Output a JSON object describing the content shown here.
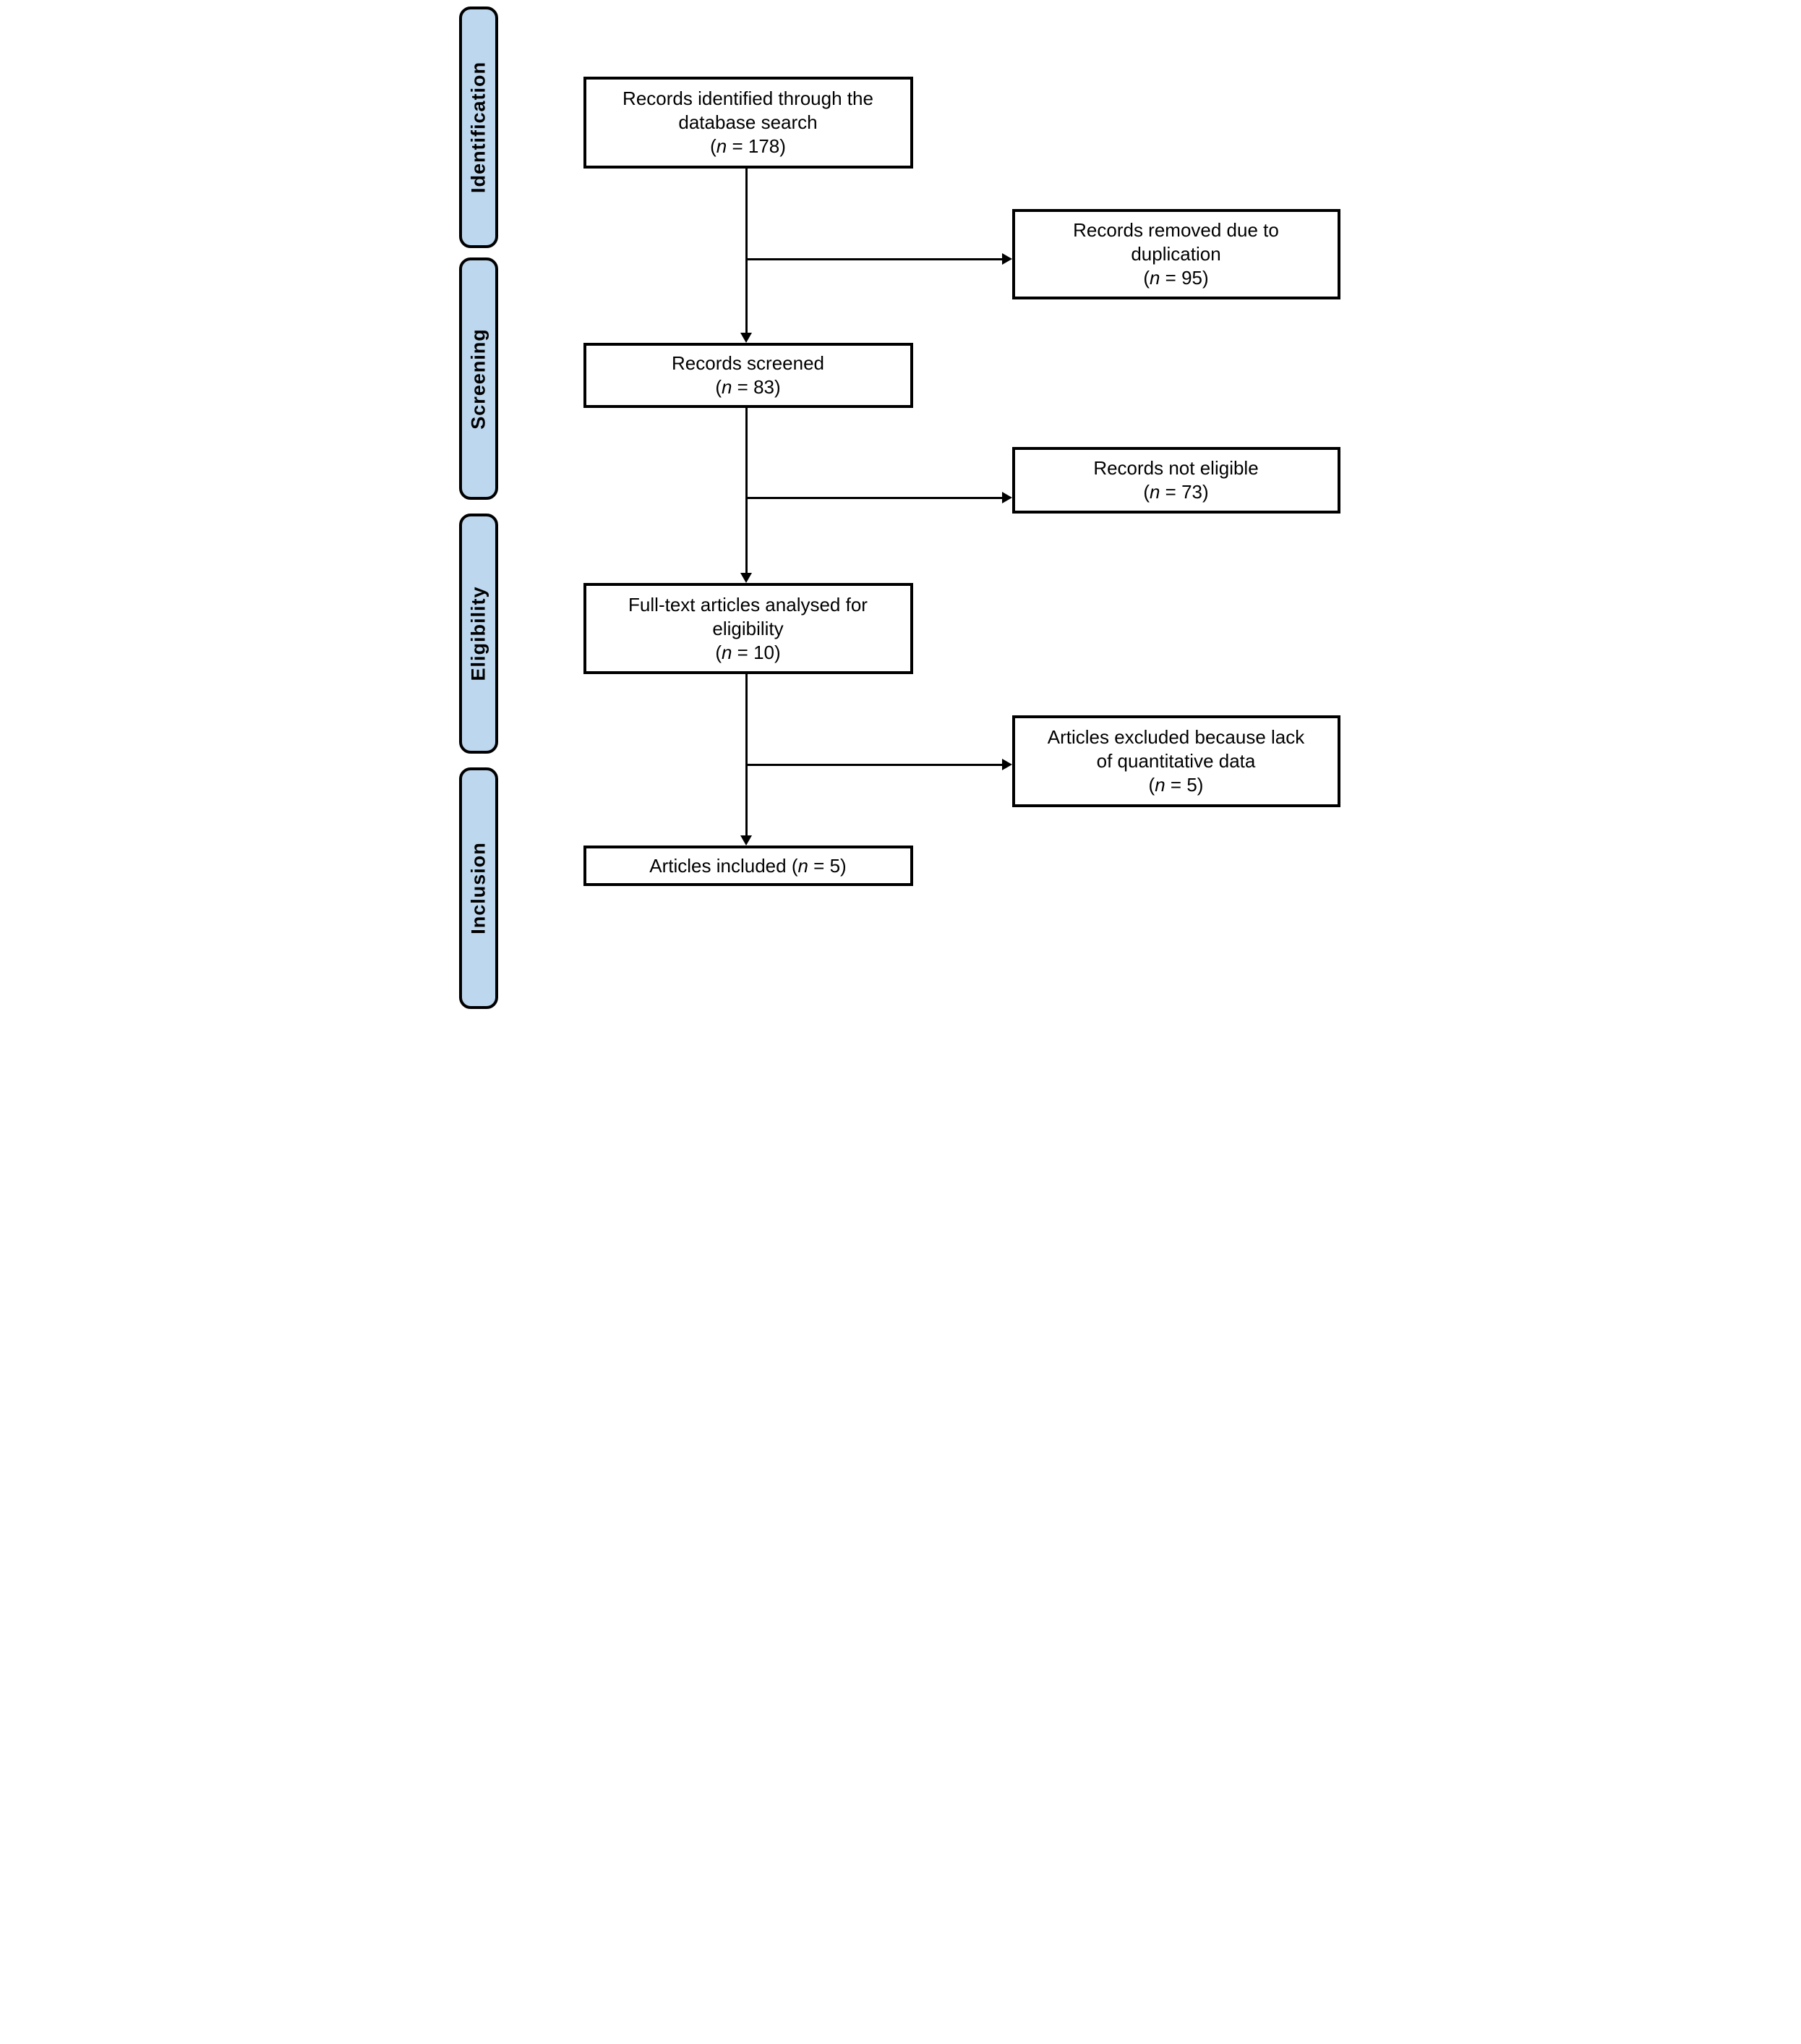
{
  "diagram": {
    "type": "prisma-flow",
    "stages": [
      {
        "label": "Identification"
      },
      {
        "label": "Screening"
      },
      {
        "label": "Eligibility"
      },
      {
        "label": "Inclusion"
      }
    ],
    "boxes": {
      "identified": {
        "lines": [
          "Records identified through the",
          "database search",
          "(n = 178)"
        ]
      },
      "removed_duplicates": {
        "lines": [
          "Records removed due to",
          "duplication",
          "(n = 95)"
        ]
      },
      "screened": {
        "lines": [
          "Records screened",
          "(n = 83)"
        ]
      },
      "not_eligible": {
        "lines": [
          "Records not eligible",
          "(n = 73)"
        ]
      },
      "fulltext": {
        "lines": [
          "Full-text articles analysed for",
          "eligibility",
          "(n = 10)"
        ]
      },
      "excluded": {
        "lines": [
          "Articles excluded because lack",
          "of quantitative data",
          "(n = 5)"
        ]
      },
      "included": {
        "lines": [
          "Articles included (n = 5)"
        ]
      }
    },
    "colors": {
      "stage_fill": "#BDD7EE",
      "stage_border": "#000000",
      "box_fill": "#FFFFFF",
      "box_border": "#000000",
      "arrow": "#000000",
      "text": "#000000"
    }
  }
}
